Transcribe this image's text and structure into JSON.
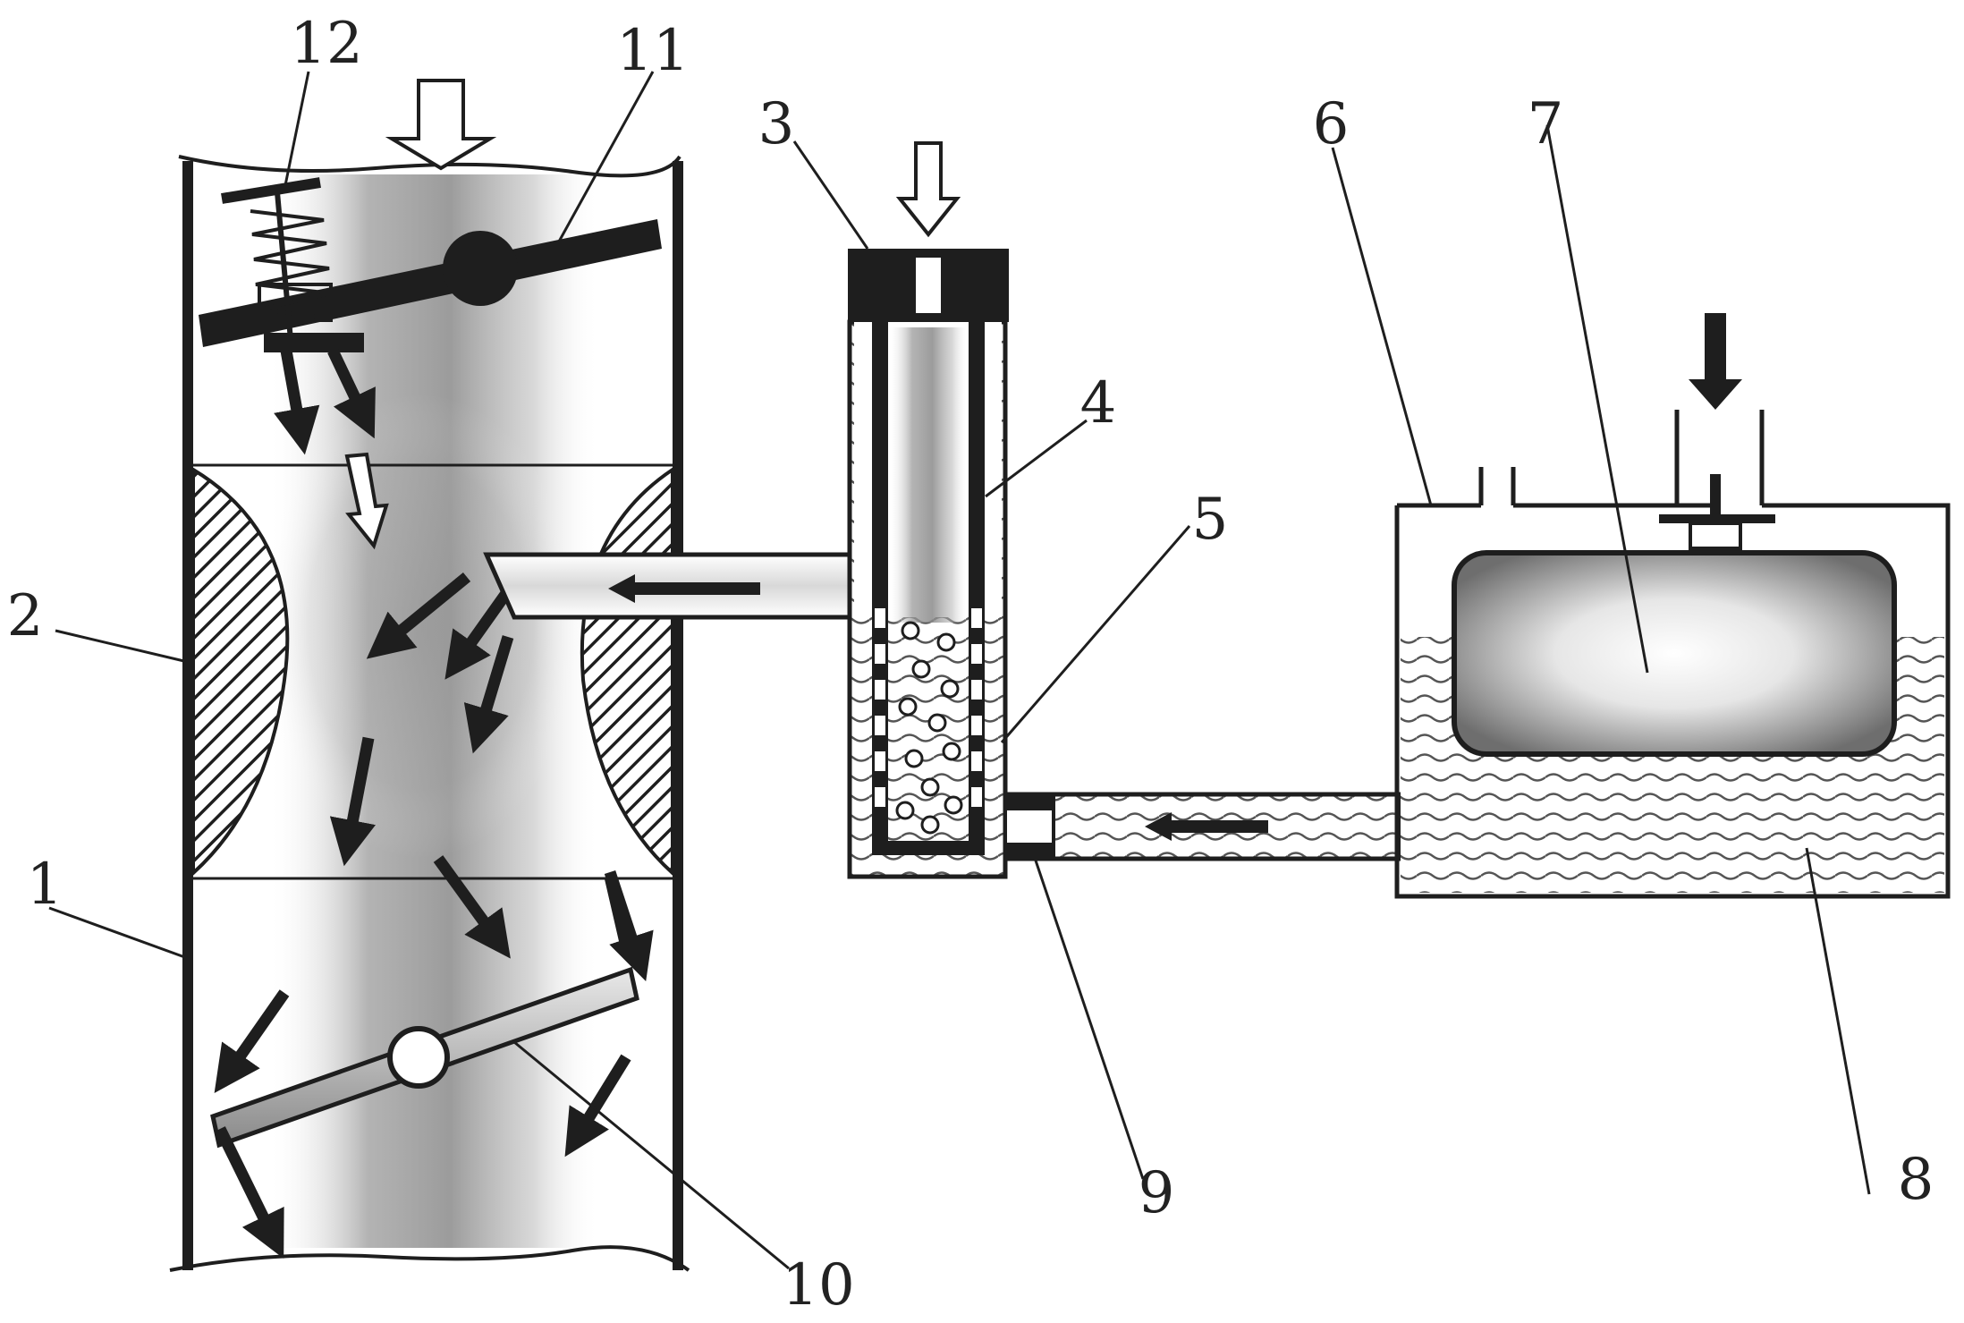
{
  "colors": {
    "ink": "#1e1e1e",
    "mist": "#8c8c8c",
    "paper": "#ffffff",
    "fuel_wave": "#555555"
  },
  "callouts": [
    {
      "id": "1",
      "text": "1"
    },
    {
      "id": "2",
      "text": "2"
    },
    {
      "id": "3",
      "text": "3"
    },
    {
      "id": "4",
      "text": "4"
    },
    {
      "id": "5",
      "text": "5"
    },
    {
      "id": "6",
      "text": "6"
    },
    {
      "id": "7",
      "text": "7"
    },
    {
      "id": "8",
      "text": "8"
    },
    {
      "id": "9",
      "text": "9"
    },
    {
      "id": "10",
      "text": "10"
    },
    {
      "id": "11",
      "text": "11"
    },
    {
      "id": "12",
      "text": "12"
    }
  ]
}
